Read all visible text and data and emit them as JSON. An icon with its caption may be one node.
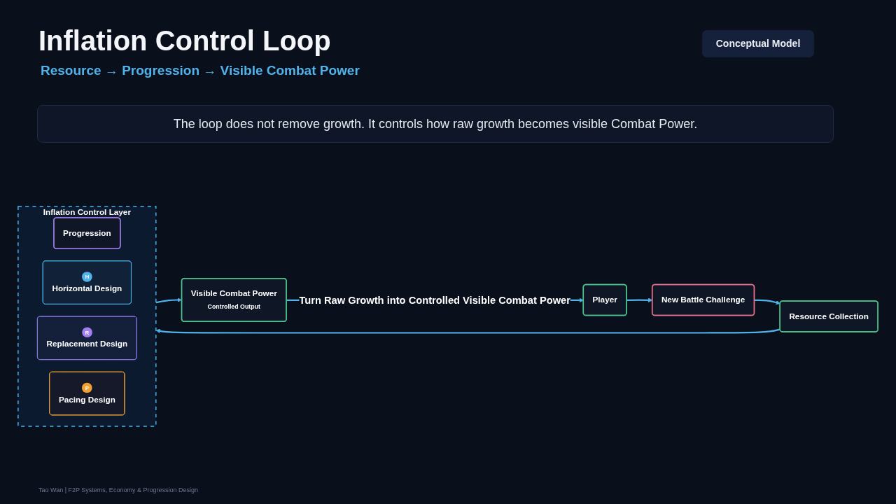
{
  "diagram": {
    "title": "Inflation Control Loop",
    "nodes": [
      {
        "text": [
          "Player"
        ]
      },
      {
        "text": [
          "New Battle Challenge"
        ]
      },
      {
        "text": [
          "Resource Collection"
        ]
      },
      {
        "text": [
          "Inflation Control Layer"
        ]
      },
      {
        "text": [
          "Progression"
        ],
        "in": 3
      },
      {
        "text": [
          "H",
          "Horizontal Design"
        ],
        "in": 3
      },
      {
        "text": [
          "R",
          "Replacement Design"
        ],
        "in": 3
      },
      {
        "text": [
          "P",
          "Pacing Design"
        ],
        "in": 3
      },
      {
        "text": [
          "Visible Combat Power",
          "Controlled Output"
        ]
      }
    ],
    "edges": [
      {
        "from": 0,
        "to": 1,
        "arrow": "to"
      },
      {
        "from": 1,
        "to": 2,
        "arrow": "to"
      },
      {
        "from": 2,
        "to": 3,
        "arrow": "to"
      },
      {
        "from": 3,
        "to": 8,
        "arrow": "to"
      },
      {
        "from": 8,
        "to": 0,
        "arrow": "to",
        "label": "Turn Raw Growth into Controlled Visible Combat Power"
      }
    ],
    "labels": [
      "Resource → Progression → Visible Combat Power",
      "Conceptual Model",
      "The loop does not remove growth. It controls how raw growth becomes visible Combat Power.",
      "Tao Wan | F2P Systems, Economy & Progression Design"
    ]
  }
}
